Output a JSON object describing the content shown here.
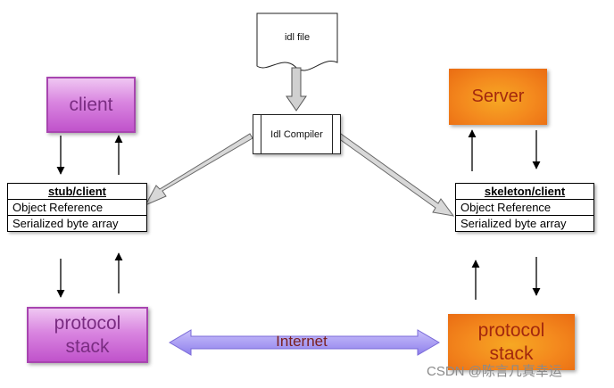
{
  "nodes": {
    "idl_file": "idl file",
    "compiler": "Idl Compiler",
    "client": "client",
    "server": "Server",
    "protocol_left": [
      "protocol",
      "stack"
    ],
    "protocol_right": [
      "protocol",
      "stack"
    ]
  },
  "stub": {
    "title": "stub/client",
    "rows": [
      "Object Reference",
      "Serialized byte array"
    ]
  },
  "skeleton": {
    "title": "skeleton/client",
    "rows": [
      "Object Reference",
      "Serialized byte array"
    ]
  },
  "link": {
    "label": "Internet"
  },
  "watermark": "CSDN @陈言几真幸运",
  "colors": {
    "client_purple": "#d985e0",
    "server_orange": "#f48a1e",
    "internet_arrow": "#9a8cf0",
    "compiler_arrow": "#bdbdbd"
  }
}
